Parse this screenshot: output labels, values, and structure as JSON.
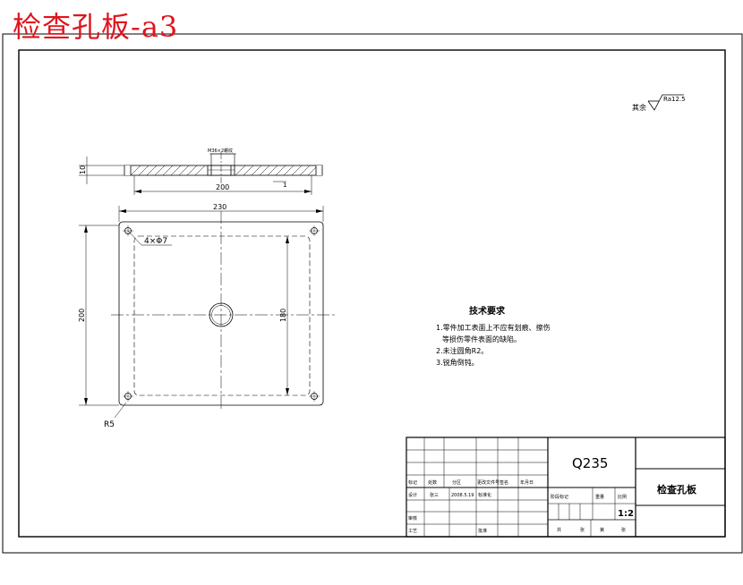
{
  "watermark": "检查孔板-a3",
  "roughness": {
    "prefix": "其余",
    "value": "Ra12.5"
  },
  "side_view": {
    "thickness_label": "10",
    "width_label": "200",
    "hole_callout": "M36×2螺纹",
    "right_marker": "1"
  },
  "plan_view": {
    "width_label": "230",
    "height_label": "200",
    "inner_height_label": "180",
    "hole_callout": "4×Φ7",
    "radius_label": "R5"
  },
  "tech": {
    "title": "技术要求",
    "items": [
      "1.零件加工表面上不应有划痕、擦伤",
      "等损伤零件表面的缺陷。",
      "2.未注圆角R2。",
      "3.锐角倒钝。"
    ]
  },
  "title_block": {
    "material": "Q235",
    "part_name": "检查孔板",
    "scale": "1:2",
    "rev_headers": [
      "标记",
      "处数",
      "分区",
      "更改文件号",
      "签名",
      "年月日"
    ],
    "rows": {
      "design": "设计",
      "design_sign": "张三",
      "design_date": "2008.5.19",
      "std": "标准化",
      "check": "审核",
      "craft": "工艺",
      "approve": "批准"
    },
    "stage_headers": [
      "阶段标记",
      "重量",
      "比例"
    ],
    "sheet_labels": [
      "共",
      "张",
      "第",
      "张"
    ]
  }
}
